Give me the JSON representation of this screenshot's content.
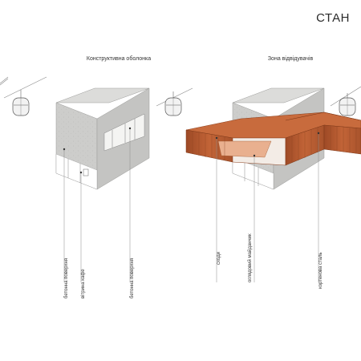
{
  "header": {
    "title": "СТАН"
  },
  "panels": [
    {
      "title": "Конструктивна оболонка",
      "labels": [
        "бетонна поверхня",
        "вітрина кафе",
        "бетонна поверхня"
      ]
    },
    {
      "title": "Зона відвідувачів",
      "labels": [
        "сходи",
        "оглядовий майданчик",
        "кортенова сталь"
      ]
    }
  ],
  "colors": {
    "concrete": "#c9c9c7",
    "corten": "#b4592f",
    "line": "#7a7a7a"
  }
}
